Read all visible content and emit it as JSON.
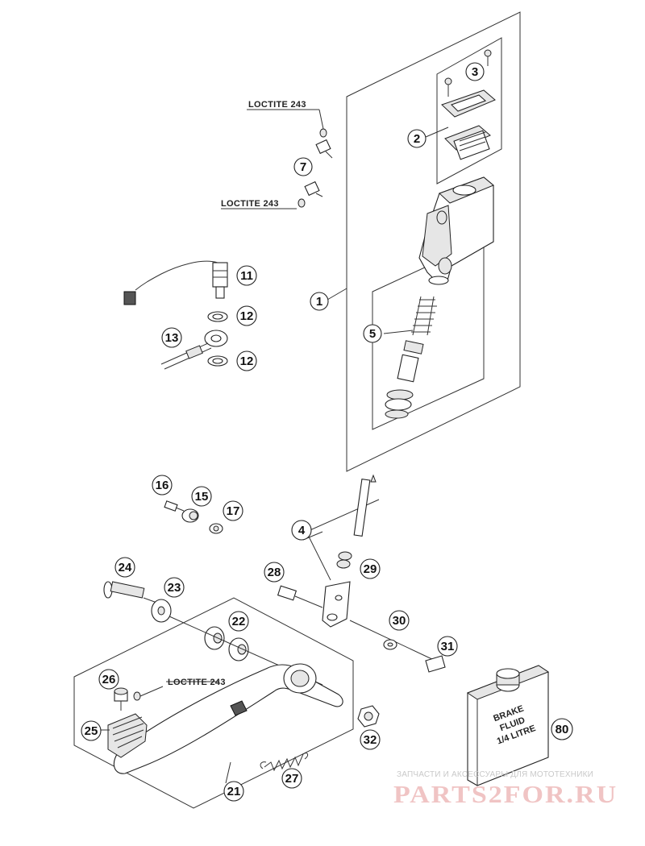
{
  "labels": {
    "p1": "1",
    "p2": "2",
    "p3": "3",
    "p4": "4",
    "p5": "5",
    "p7": "7",
    "p11": "11",
    "p12a": "12",
    "p12b": "12",
    "p13": "13",
    "p15": "15",
    "p16": "16",
    "p17": "17",
    "p21": "21",
    "p22": "22",
    "p23": "23",
    "p24": "24",
    "p25": "25",
    "p26": "26",
    "p27": "27",
    "p28": "28",
    "p29": "29",
    "p30": "30",
    "p31": "31",
    "p32": "32",
    "p80": "80"
  },
  "notes": {
    "loctite_a": "LOCTITE 243",
    "loctite_b": "LOCTITE 243",
    "loctite_c": "LOCTITE 243"
  },
  "can": {
    "line1": "BRAKE",
    "line2": "FLUID",
    "line3": "1/4 LITRE"
  },
  "watermark": {
    "caption": "ЗАПЧАСТИ И АКСЕССУАРЫ ДЛЯ МОТОТЕХНИКИ",
    "logo": "PARTS2FOR.RU"
  }
}
